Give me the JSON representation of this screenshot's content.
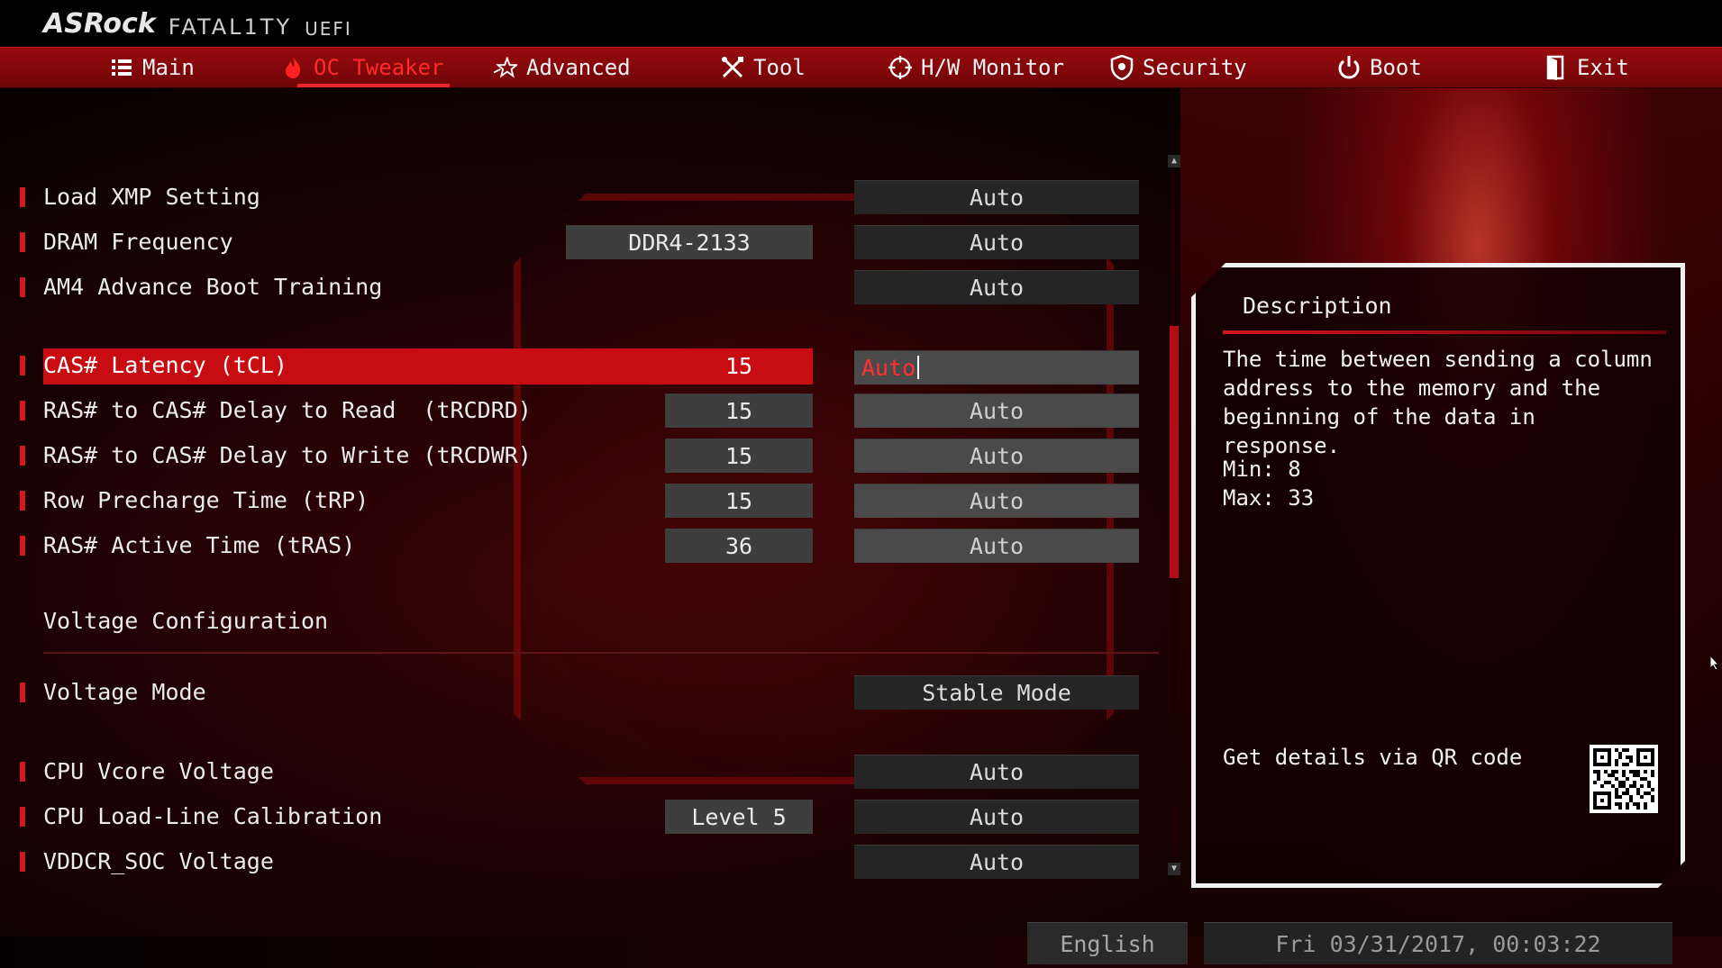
{
  "brand": {
    "name": "ASRock",
    "series": "FATAL1TY",
    "uefi": "UEFI"
  },
  "tabs": [
    {
      "label": "Main",
      "icon": "list-icon"
    },
    {
      "label": "OC Tweaker",
      "icon": "flame-icon",
      "active": true
    },
    {
      "label": "Advanced",
      "icon": "star-icon"
    },
    {
      "label": "Tool",
      "icon": "tools-icon"
    },
    {
      "label": "H/W Monitor",
      "icon": "crosshair-icon"
    },
    {
      "label": "Security",
      "icon": "shield-icon"
    },
    {
      "label": "Boot",
      "icon": "power-icon"
    },
    {
      "label": "Exit",
      "icon": "exit-door-icon"
    }
  ],
  "settings": [
    {
      "label": "Load XMP Setting",
      "current": "",
      "value": "Auto"
    },
    {
      "label": "DRAM Frequency",
      "current": "DDR4-2133",
      "value": "Auto"
    },
    {
      "label": "AM4 Advance Boot Training",
      "current": "",
      "value": "Auto"
    },
    {
      "label": "CAS# Latency (tCL)",
      "current": "15",
      "value": "Auto",
      "selected": true
    },
    {
      "label": "RAS# to CAS# Delay to Read  (tRCDRD)",
      "current": "15",
      "value": "Auto"
    },
    {
      "label": "RAS# to CAS# Delay to Write (tRCDWR)",
      "current": "15",
      "value": "Auto"
    },
    {
      "label": "Row Precharge Time (tRP)",
      "current": "15",
      "value": "Auto"
    },
    {
      "label": "RAS# Active Time (tRAS)",
      "current": "36",
      "value": "Auto"
    }
  ],
  "voltage_section": {
    "title": "Voltage Configuration",
    "settings": [
      {
        "label": "Voltage Mode",
        "current": "",
        "value": "Stable Mode"
      },
      {
        "label": "CPU Vcore Voltage",
        "current": "",
        "value": "Auto"
      },
      {
        "label": "CPU Load-Line Calibration",
        "current": "Level 5",
        "value": "Auto"
      },
      {
        "label": "VDDCR_SOC Voltage",
        "current": "",
        "value": "Auto"
      }
    ]
  },
  "description": {
    "title": "Description",
    "text": "The time between sending a column address to the memory and the beginning of the data in response.",
    "min": "Min: 8",
    "max": "Max: 33",
    "qr_text": "Get details via QR code"
  },
  "footer": {
    "language": "English",
    "datetime": "Fri 03/31/2017, 00:03:22"
  },
  "colors": {
    "accent": "#c80d12",
    "tabbar": "#8a080c",
    "active_tab_text": "#ff2a2a"
  }
}
